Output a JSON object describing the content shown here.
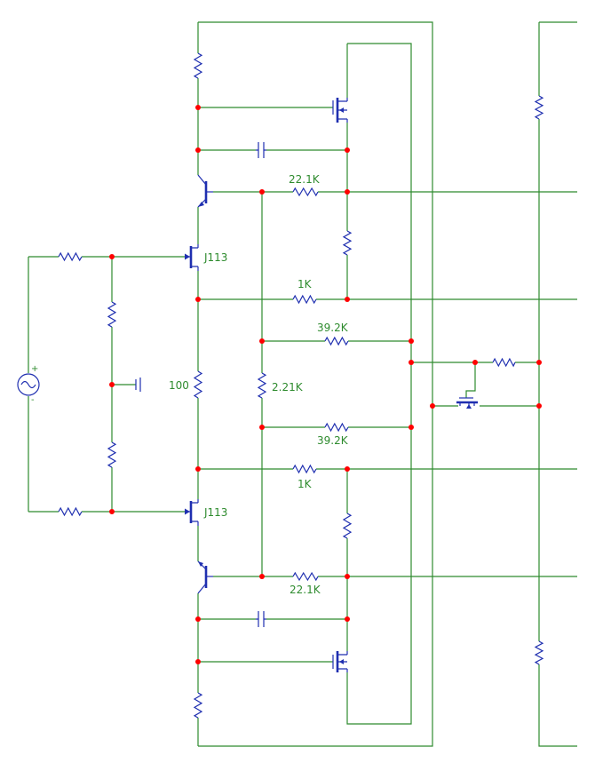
{
  "colors": {
    "wire": "#2e8b2e",
    "component": "#1f2fb0",
    "node": "#ff0000",
    "label": "#2e8b2e",
    "background": "#ffffff"
  },
  "labels": {
    "r_top_fb": "22.1K",
    "r_top_1k": "1K",
    "r_top_39k": "39.2K",
    "r_mid": "2.21K",
    "r_bot_39k": "39.2K",
    "r_bot_1k": "1K",
    "r_bot_fb": "22.1K",
    "r_source": "100",
    "jfet_top": "J113",
    "jfet_bot": "J113",
    "src_plus": "+",
    "src_minus": "-"
  }
}
